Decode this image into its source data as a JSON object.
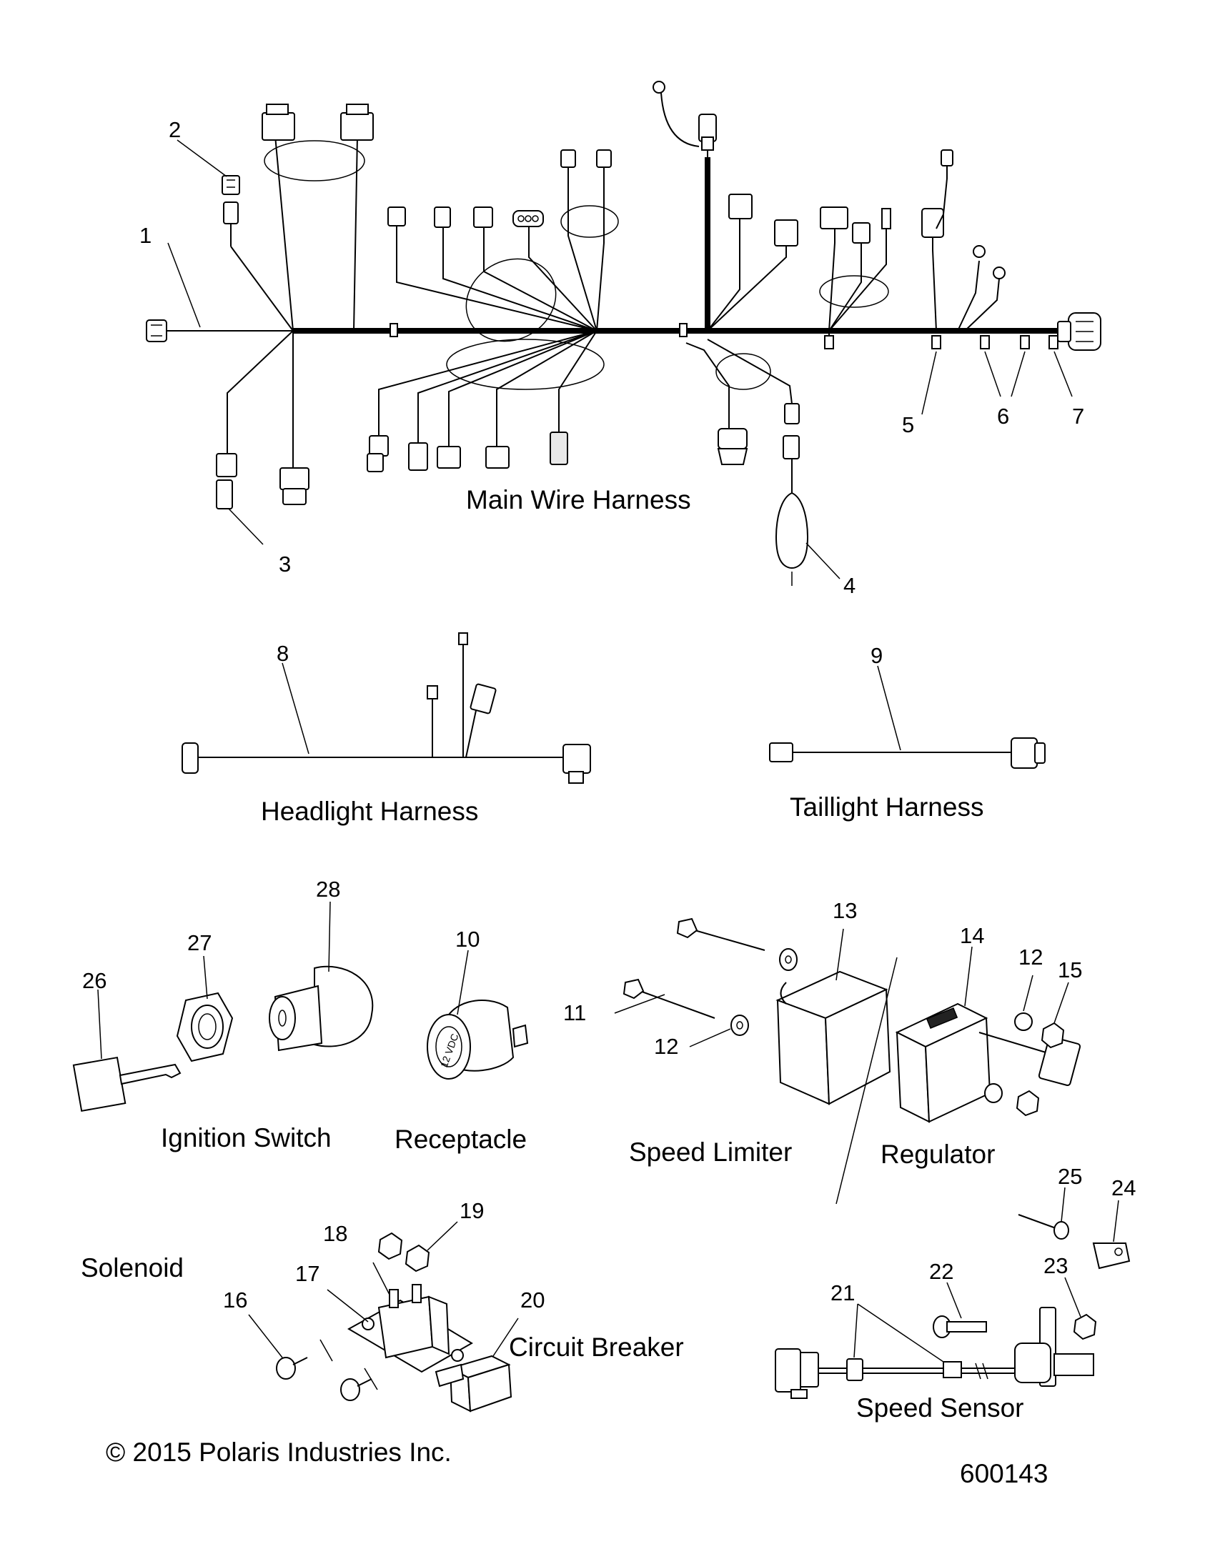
{
  "titles": {
    "main_wire_harness": "Main Wire Harness",
    "headlight_harness": "Headlight Harness",
    "taillight_harness": "Taillight Harness",
    "ignition_switch": "Ignition Switch",
    "receptacle": "Receptacle",
    "speed_limiter": "Speed Limiter",
    "regulator": "Regulator",
    "solenoid": "Solenoid",
    "circuit_breaker": "Circuit Breaker",
    "speed_sensor": "Speed Sensor"
  },
  "callouts": {
    "c1": "1",
    "c2": "2",
    "c3": "3",
    "c4": "4",
    "c5": "5",
    "c6": "6",
    "c7": "7",
    "c8": "8",
    "c9": "9",
    "c10": "10",
    "c11": "11",
    "c12a": "12",
    "c12b": "12",
    "c13": "13",
    "c14": "14",
    "c15": "15",
    "c16": "16",
    "c17": "17",
    "c18": "18",
    "c19": "19",
    "c20": "20",
    "c21": "21",
    "c22": "22",
    "c23": "23",
    "c24": "24",
    "c25": "25",
    "c26": "26",
    "c27": "27",
    "c28": "28"
  },
  "receptacle_marking": "12 VDC",
  "footer": {
    "copyright": "© 2015 Polaris Industries Inc.",
    "figure_number": "600143"
  }
}
